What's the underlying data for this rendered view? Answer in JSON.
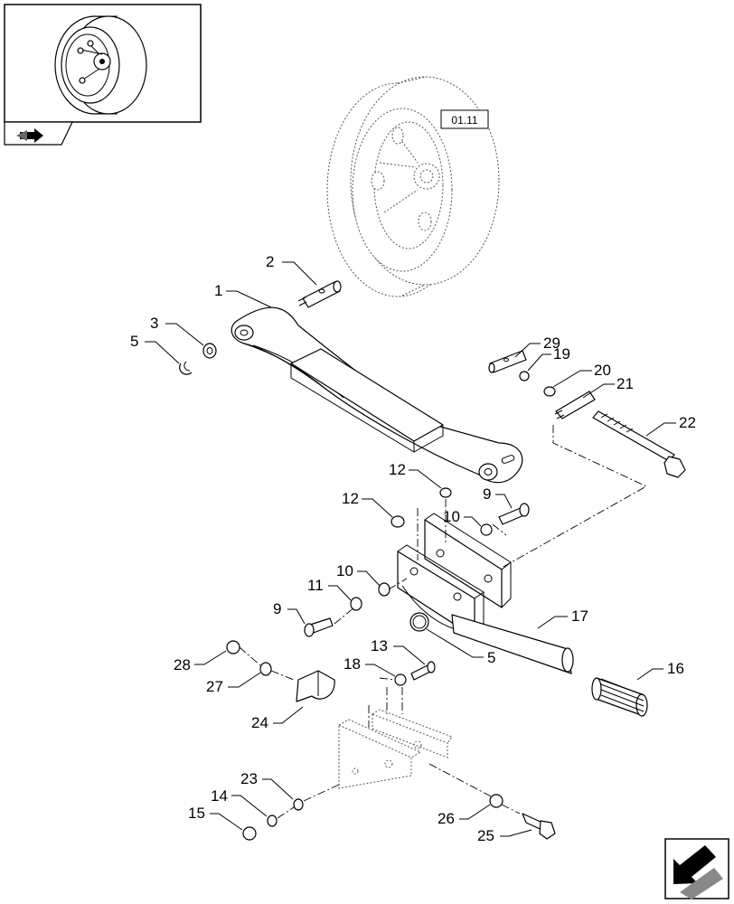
{
  "reference_box": "01.11",
  "callouts": [
    {
      "id": "c1",
      "text": "1"
    },
    {
      "id": "c2",
      "text": "2"
    },
    {
      "id": "c3",
      "text": "3"
    },
    {
      "id": "c5a",
      "text": "5"
    },
    {
      "id": "c29",
      "text": "29"
    },
    {
      "id": "c19",
      "text": "19"
    },
    {
      "id": "c20",
      "text": "20"
    },
    {
      "id": "c21",
      "text": "21"
    },
    {
      "id": "c22",
      "text": "22"
    },
    {
      "id": "c12a",
      "text": "12"
    },
    {
      "id": "c12b",
      "text": "12"
    },
    {
      "id": "c9a",
      "text": "9"
    },
    {
      "id": "c10a",
      "text": "10"
    },
    {
      "id": "c10b",
      "text": "10"
    },
    {
      "id": "c11",
      "text": "11"
    },
    {
      "id": "c9b",
      "text": "9"
    },
    {
      "id": "c17",
      "text": "17"
    },
    {
      "id": "c5b",
      "text": "5"
    },
    {
      "id": "c16",
      "text": "16"
    },
    {
      "id": "c28",
      "text": "28"
    },
    {
      "id": "c27",
      "text": "27"
    },
    {
      "id": "c13",
      "text": "13"
    },
    {
      "id": "c18",
      "text": "18"
    },
    {
      "id": "c24",
      "text": "24"
    },
    {
      "id": "c23",
      "text": "23"
    },
    {
      "id": "c14",
      "text": "14"
    },
    {
      "id": "c15",
      "text": "15"
    },
    {
      "id": "c26",
      "text": "26"
    },
    {
      "id": "c25",
      "text": "25"
    }
  ],
  "icons": {
    "thumbnail": "wheel-thumbnail-icon",
    "back": "back-arrow-icon",
    "next": "next-page-arrow-icon"
  }
}
